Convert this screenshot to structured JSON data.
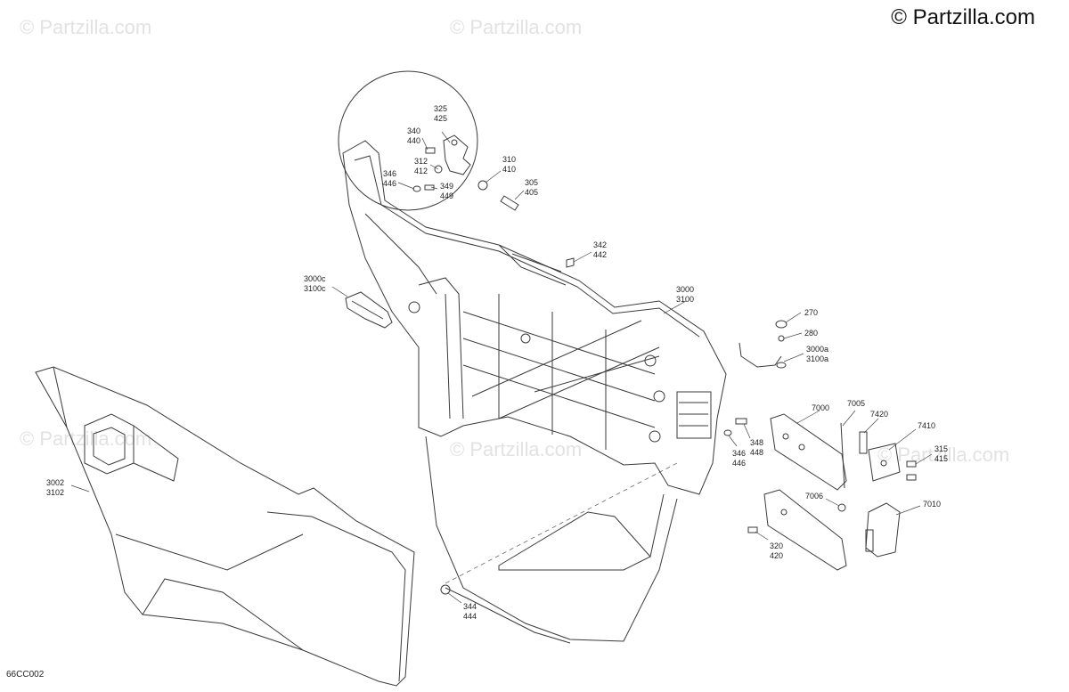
{
  "copyright": "© Partzilla.com",
  "watermark": "© Partzilla.com",
  "diagram_code": "66CC002",
  "callouts": [
    {
      "id": "c325",
      "lines": [
        "325",
        "425"
      ]
    },
    {
      "id": "c340",
      "lines": [
        "340",
        "440"
      ]
    },
    {
      "id": "c312",
      "lines": [
        "312",
        "412"
      ]
    },
    {
      "id": "c346a",
      "lines": [
        "346",
        "446"
      ]
    },
    {
      "id": "c349",
      "lines": [
        "349",
        "449"
      ]
    },
    {
      "id": "c310",
      "lines": [
        "310",
        "410"
      ]
    },
    {
      "id": "c305",
      "lines": [
        "305",
        "405"
      ]
    },
    {
      "id": "c342",
      "lines": [
        "342",
        "442"
      ]
    },
    {
      "id": "c3000c",
      "lines": [
        "3000c",
        "3100c"
      ]
    },
    {
      "id": "c3000",
      "lines": [
        "3000",
        "3100"
      ]
    },
    {
      "id": "c270",
      "lines": [
        "270"
      ]
    },
    {
      "id": "c280",
      "lines": [
        "280"
      ]
    },
    {
      "id": "c3000a",
      "lines": [
        "3000a",
        "3100a"
      ]
    },
    {
      "id": "c7000",
      "lines": [
        "7000"
      ]
    },
    {
      "id": "c7005",
      "lines": [
        "7005"
      ]
    },
    {
      "id": "c7420",
      "lines": [
        "7420"
      ]
    },
    {
      "id": "c7410",
      "lines": [
        "7410"
      ]
    },
    {
      "id": "c315",
      "lines": [
        "315",
        "415"
      ]
    },
    {
      "id": "c348",
      "lines": [
        "348",
        "448"
      ]
    },
    {
      "id": "c346b",
      "lines": [
        "346",
        "446"
      ]
    },
    {
      "id": "c7006",
      "lines": [
        "7006"
      ]
    },
    {
      "id": "c7010",
      "lines": [
        "7010"
      ]
    },
    {
      "id": "c320",
      "lines": [
        "320",
        "420"
      ]
    },
    {
      "id": "c3002",
      "lines": [
        "3002",
        "3102"
      ]
    },
    {
      "id": "c344",
      "lines": [
        "344",
        "444"
      ]
    }
  ]
}
